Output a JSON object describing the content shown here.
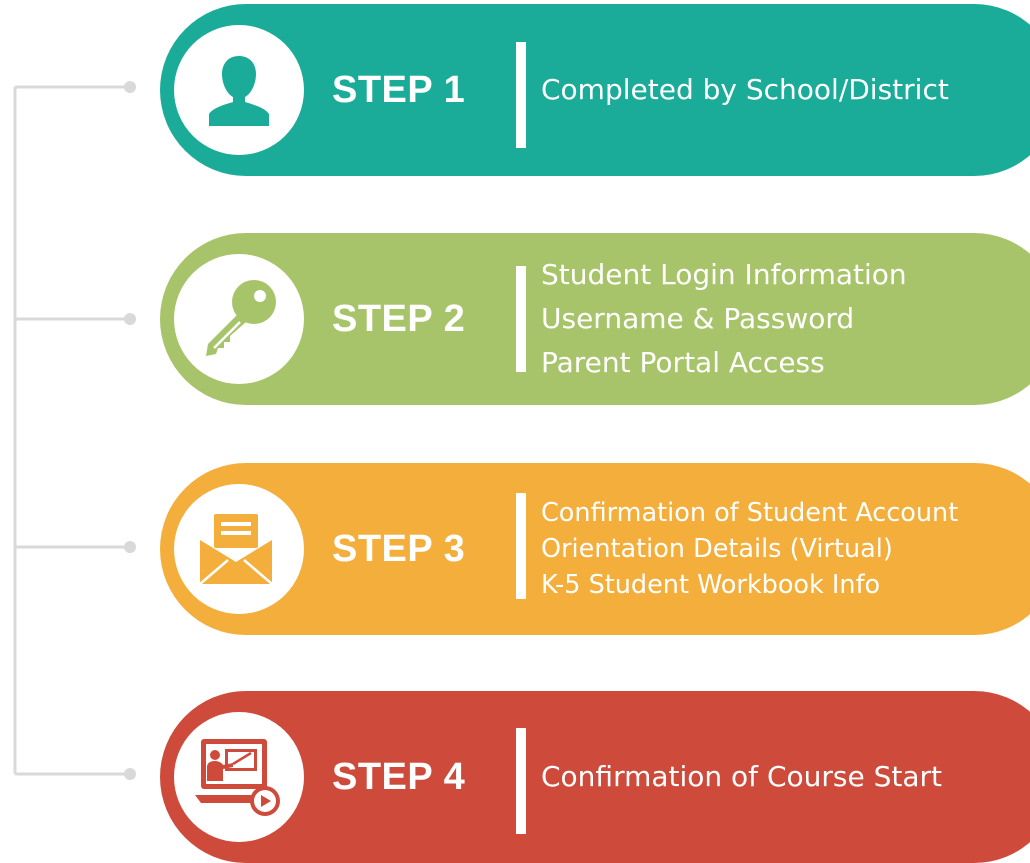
{
  "steps": [
    {
      "label": "STEP 1",
      "icon": "person-icon",
      "color": "#1aac98",
      "details": [
        "Completed by School/District"
      ]
    },
    {
      "label": "STEP 2",
      "icon": "key-icon",
      "color": "#a8c46a",
      "details": [
        "Student Login Information",
        "Username & Password",
        "Parent Portal Access"
      ]
    },
    {
      "label": "STEP 3",
      "icon": "envelope-icon",
      "color": "#f3ae3b",
      "details": [
        "Confirmation of Student Account",
        "Orientation Details (Virtual)",
        "K-5 Student Workbook Info"
      ]
    },
    {
      "label": "STEP 4",
      "icon": "online-lesson-icon",
      "color": "#ce4b3b",
      "details": [
        "Confirmation of Course Start"
      ]
    }
  ],
  "connector_color": "#d9d9d9"
}
